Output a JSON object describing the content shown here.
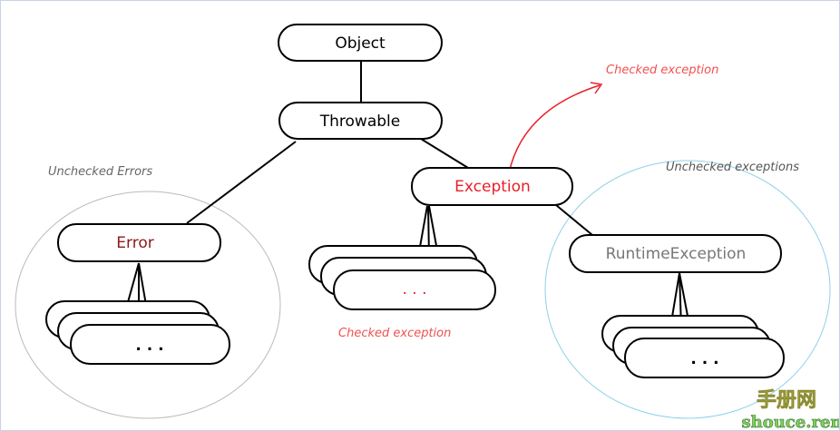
{
  "nodes": {
    "object": "Object",
    "throwable": "Throwable",
    "exception": "Exception",
    "error": "Error",
    "runtime_exception": "RuntimeException",
    "checked_more": ". . .",
    "error_more": ". . .",
    "runtime_more": ". . ."
  },
  "labels": {
    "unchecked_errors": "Unchecked Errors",
    "checked_exception_top": "Checked exception",
    "unchecked_exceptions": "Unchecked exceptions",
    "checked_exception_bottom": "Checked exception"
  },
  "watermark": {
    "cn": "手册网",
    "en": "shouce.ren"
  },
  "colors": {
    "red": "#e8202a",
    "dark_red": "#8b1a1a",
    "gray_text": "#777777",
    "label_red": "#f05050",
    "ellipse_gray": "#bbbbbb",
    "ellipse_blue": "#8fd0e8"
  }
}
